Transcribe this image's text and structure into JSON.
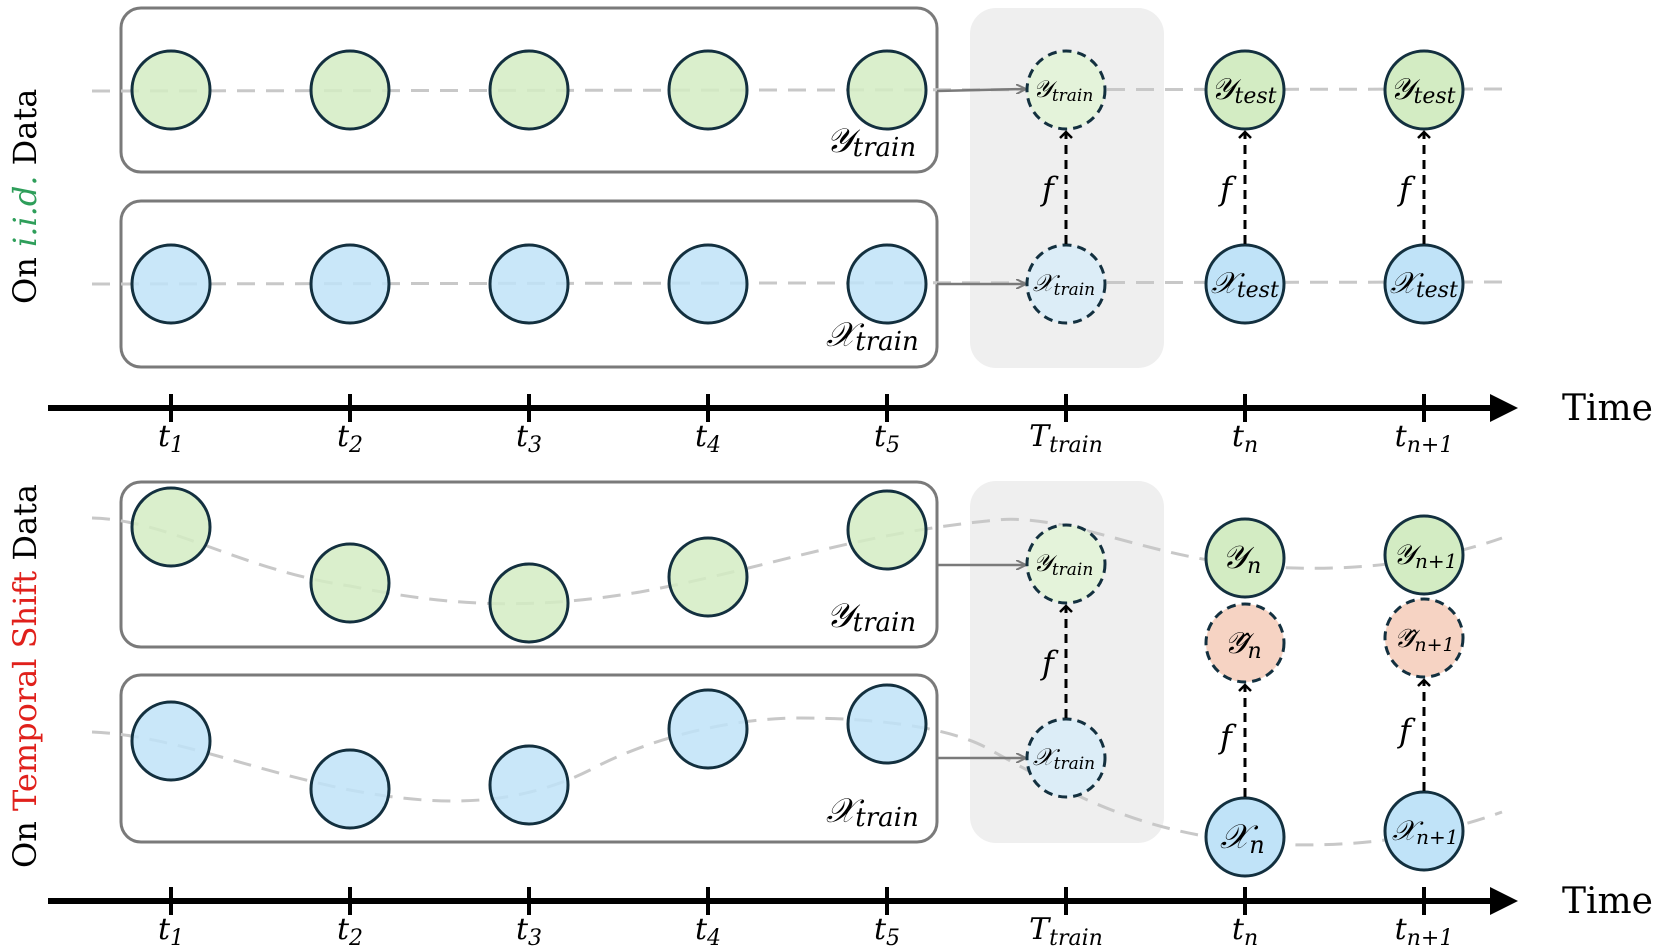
{
  "colors": {
    "green_fill": "#d3ecc3",
    "blue_fill": "#c0e3f8",
    "pred_fill": "#f6d3c3",
    "node_stroke": "#13303f",
    "box_stroke": "#7a7a7a",
    "train_panel": "#efefef",
    "dashed_line": "#c8c8c8",
    "iid_accent": "#2e9e5a",
    "shift_accent": "#e0201b",
    "axis": "#000000"
  },
  "axis": {
    "label": "Time",
    "ticks": [
      {
        "base": "t",
        "sub": "1"
      },
      {
        "base": "t",
        "sub": "2"
      },
      {
        "base": "t",
        "sub": "3"
      },
      {
        "base": "t",
        "sub": "4"
      },
      {
        "base": "t",
        "sub": "5"
      },
      {
        "base": "T",
        "sub": "train"
      },
      {
        "base": "t",
        "sub": "n"
      },
      {
        "base": "t",
        "sub": "n+1"
      }
    ]
  },
  "top_panel": {
    "side_label": {
      "prefix": "On ",
      "accent": "i.i.d.",
      "suffix": " Data"
    },
    "y_set_label": {
      "base": "𝒴",
      "sub": "train"
    },
    "x_set_label": {
      "base": "𝒳",
      "sub": "train"
    },
    "train_y": {
      "base": "𝒴",
      "sub": "train"
    },
    "train_x": {
      "base": "𝒳",
      "sub": "train"
    },
    "test_y": [
      {
        "base": "𝒴",
        "sub": "test"
      },
      {
        "base": "𝒴",
        "sub": "test"
      }
    ],
    "test_x": [
      {
        "base": "𝒳",
        "sub": "test"
      },
      {
        "base": "𝒳",
        "sub": "test"
      }
    ],
    "f_label": "f"
  },
  "bottom_panel": {
    "side_label": {
      "prefix": "On ",
      "accent": "Temporal Shift",
      "suffix": " Data"
    },
    "y_set_label": {
      "base": "𝒴",
      "sub": "train"
    },
    "x_set_label": {
      "base": "𝒳",
      "sub": "train"
    },
    "train_y": {
      "base": "𝒴",
      "sub": "train"
    },
    "train_x": {
      "base": "𝒳",
      "sub": "train"
    },
    "test_y": [
      {
        "base": "𝒴",
        "sub": "n"
      },
      {
        "base": "𝒴",
        "sub": "n+1"
      }
    ],
    "pred_y": [
      {
        "base": "𝒴̂",
        "sub": "n"
      },
      {
        "base": "𝒴̂",
        "sub": "n+1"
      }
    ],
    "test_x": [
      {
        "base": "𝒳",
        "sub": "n"
      },
      {
        "base": "𝒳",
        "sub": "n+1"
      }
    ],
    "f_label": "f"
  }
}
